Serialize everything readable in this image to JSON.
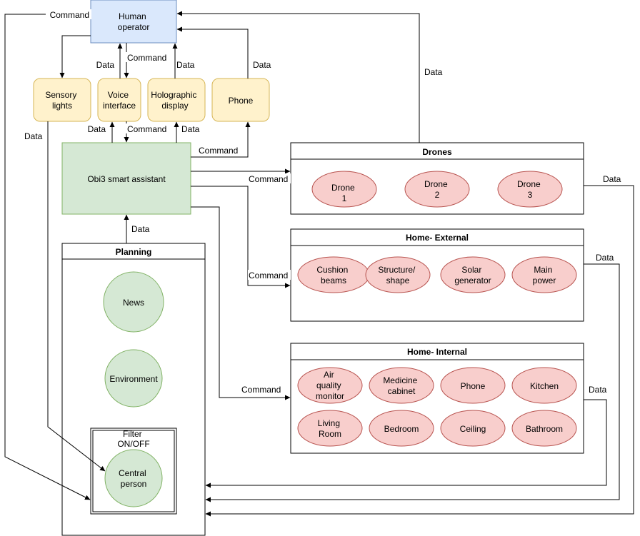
{
  "nodes": {
    "human_operator": [
      "Human",
      "operator"
    ],
    "sensory_lights": [
      "Sensory",
      "lights"
    ],
    "voice_interface": [
      "Voice",
      "interface"
    ],
    "holographic_display": [
      "Holographic",
      "display"
    ],
    "phone_device": [
      "Phone"
    ],
    "obi3": [
      "Obi3 smart assistant"
    ]
  },
  "groups": {
    "planning": {
      "title": "Planning",
      "items": {
        "news": [
          "News"
        ],
        "environment": [
          "Environment"
        ]
      },
      "filter": {
        "title": [
          "Filter",
          "ON/OFF"
        ],
        "central_person": [
          "Central",
          "person"
        ]
      }
    },
    "drones": {
      "title": "Drones",
      "items": {
        "drone1": [
          "Drone",
          "1"
        ],
        "drone2": [
          "Drone",
          "2"
        ],
        "drone3": [
          "Drone",
          "3"
        ]
      }
    },
    "home_external": {
      "title": "Home- External",
      "items": {
        "cushion_beams": [
          "Cushion",
          "beams"
        ],
        "structure_shape": [
          "Structure/",
          "shape"
        ],
        "solar_generator": [
          "Solar",
          "generator"
        ],
        "main_power": [
          "Main",
          "power"
        ]
      }
    },
    "home_internal": {
      "title": "Home- Internal",
      "items": {
        "air_quality_monitor": [
          "Air",
          "quality",
          "monitor"
        ],
        "medicine_cabinet": [
          "Medicine",
          "cabinet"
        ],
        "phone": [
          "Phone"
        ],
        "kitchen": [
          "Kitchen"
        ],
        "living_room": [
          "Living",
          "Room"
        ],
        "bedroom": [
          "Bedroom"
        ],
        "ceiling": [
          "Ceiling"
        ],
        "bathroom": [
          "Bathroom"
        ]
      }
    }
  },
  "edge_labels": {
    "command": "Command",
    "data": "Data"
  },
  "colors": {
    "operator_fill": "#dae8fc",
    "operator_stroke": "#6c8ebf",
    "interface_fill": "#fff2cc",
    "interface_stroke": "#d6b656",
    "assistant_fill": "#d5e8d4",
    "assistant_stroke": "#82b366",
    "device_fill": "#f8cecc",
    "device_stroke": "#b85450"
  }
}
